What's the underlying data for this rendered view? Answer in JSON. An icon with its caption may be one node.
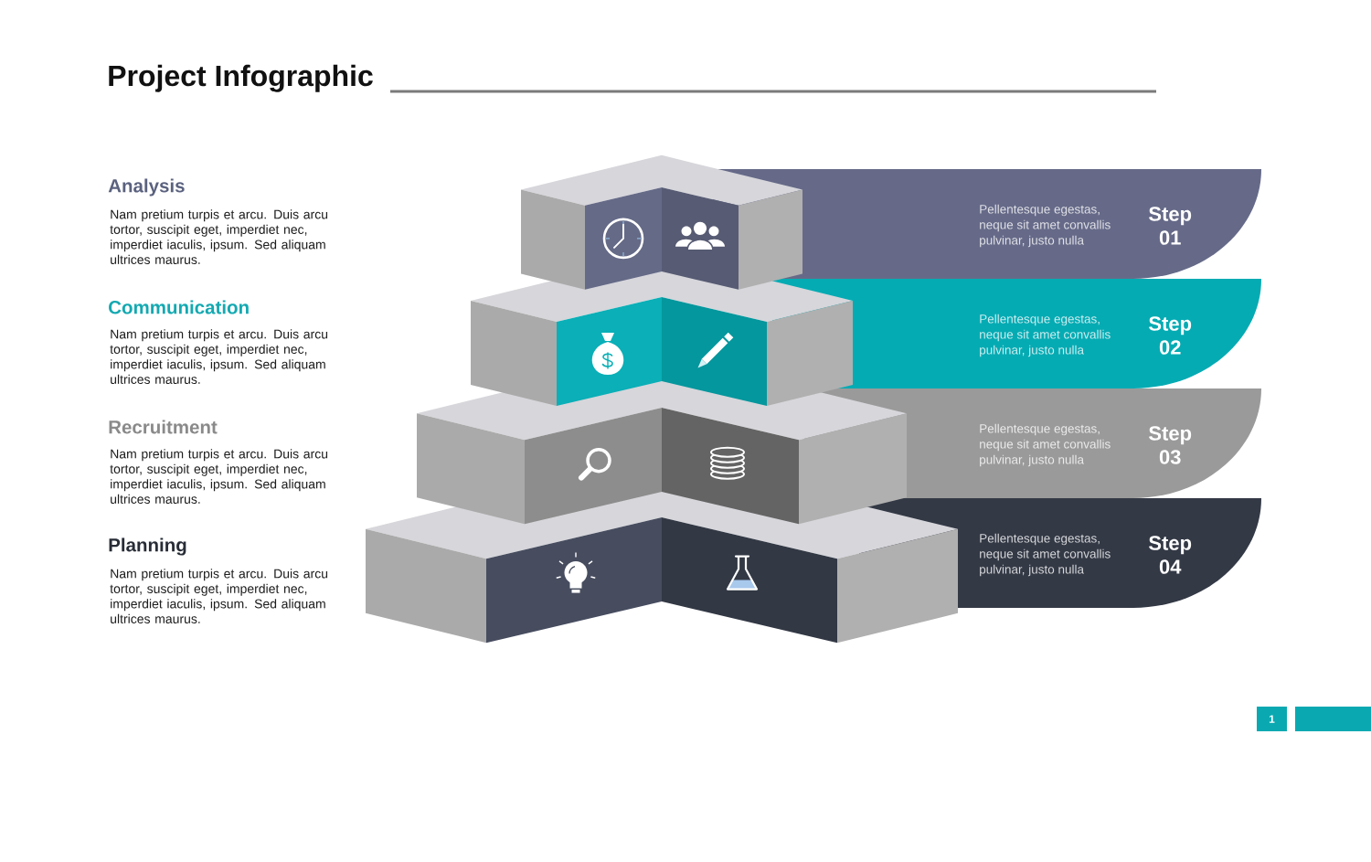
{
  "diagram": {
    "title": "Project Infographic",
    "nodes": [
      {
        "text": [
          "Pellentesque egestas, neque sit amet convallis pulvinar, justo nulla",
          "Step 01"
        ]
      },
      {
        "text": [
          "Pellentesque egestas, neque sit amet convallis pulvinar, justo nulla",
          "Step 02"
        ]
      },
      {
        "text": [
          "Pellentesque egestas, neque sit amet convallis pulvinar, justo nulla",
          "Step 03"
        ]
      },
      {
        "text": [
          "Pellentesque egestas, neque sit amet convallis pulvinar, justo nulla",
          "Step 04"
        ]
      },
      {
        "text": [
          "1"
        ]
      }
    ],
    "labels": [
      "Analysis",
      "Nam pretium turpis et arcu. Duis arcu tortor, suscipit eget, imperdiet nec, imperdiet iaculis, ipsum. Sed aliquam ultrices maurus.",
      "Communication",
      "Nam pretium turpis et arcu. Duis arcu tortor, suscipit eget, imperdiet nec, imperdiet iaculis, ipsum. Sed aliquam ultrices maurus.",
      "Recruitment",
      "Nam pretium turpis et arcu. Duis arcu tortor, suscipit eget, imperdiet nec, imperdiet iaculis, ipsum. Sed aliquam ultrices maurus.",
      "Planning",
      "Nam pretium turpis et arcu. Duis arcu tortor, suscipit eget, imperdiet nec, imperdiet iaculis, ipsum. Sed aliquam ultrices maurus."
    ]
  }
}
